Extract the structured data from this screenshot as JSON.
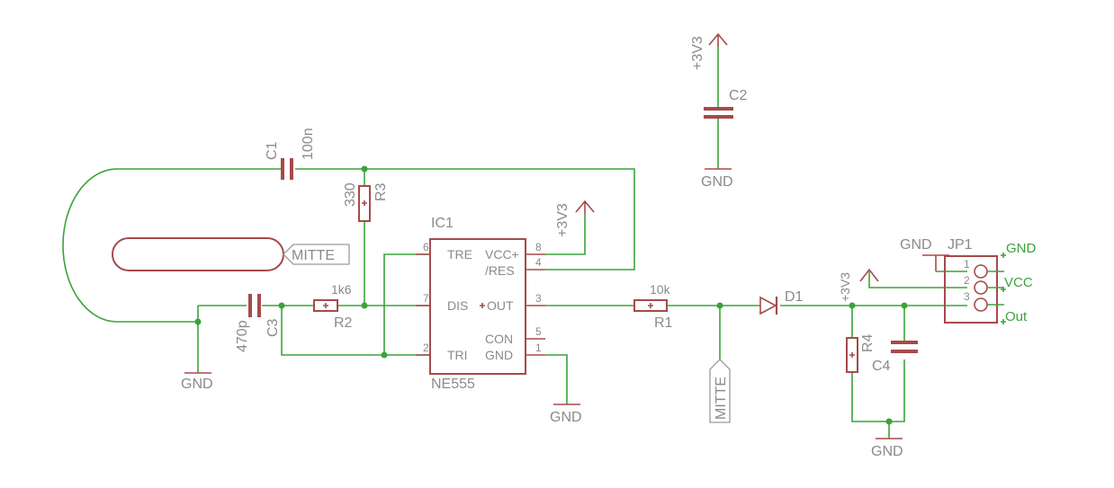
{
  "components": {
    "C1": {
      "name": "C1",
      "value": "100n"
    },
    "C2": {
      "name": "C2"
    },
    "C3": {
      "name": "C3",
      "value": "470p"
    },
    "C4": {
      "name": "C4"
    },
    "R1": {
      "name": "R1",
      "value": "10k"
    },
    "R2": {
      "name": "R2",
      "value": "1k6"
    },
    "R3": {
      "name": "R3",
      "value": "330"
    },
    "R4": {
      "name": "R4"
    },
    "D1": {
      "name": "D1"
    },
    "JP1": {
      "name": "JP1",
      "pins": [
        "1",
        "2",
        "3"
      ]
    },
    "IC1": {
      "name": "IC1",
      "value": "NE555",
      "left_pins": [
        {
          "num": "6",
          "label": "TRE"
        },
        {
          "num": "7",
          "label": "DIS"
        },
        {
          "num": "2",
          "label": "TRI"
        }
      ],
      "right_pins": [
        {
          "num": "8",
          "label": "VCC+"
        },
        {
          "num": "4",
          "label": "/RES"
        },
        {
          "num": "3",
          "label": "OUT"
        },
        {
          "num": "5",
          "label": "CON"
        },
        {
          "num": "1",
          "label": "GND"
        }
      ]
    }
  },
  "supply": {
    "gnd": "GND",
    "vcc": "+3V3"
  },
  "net_labels": {
    "mitte": "MITTE"
  },
  "connector_labels": {
    "gnd": "GND",
    "vcc": "VCC",
    "out": "Out"
  }
}
